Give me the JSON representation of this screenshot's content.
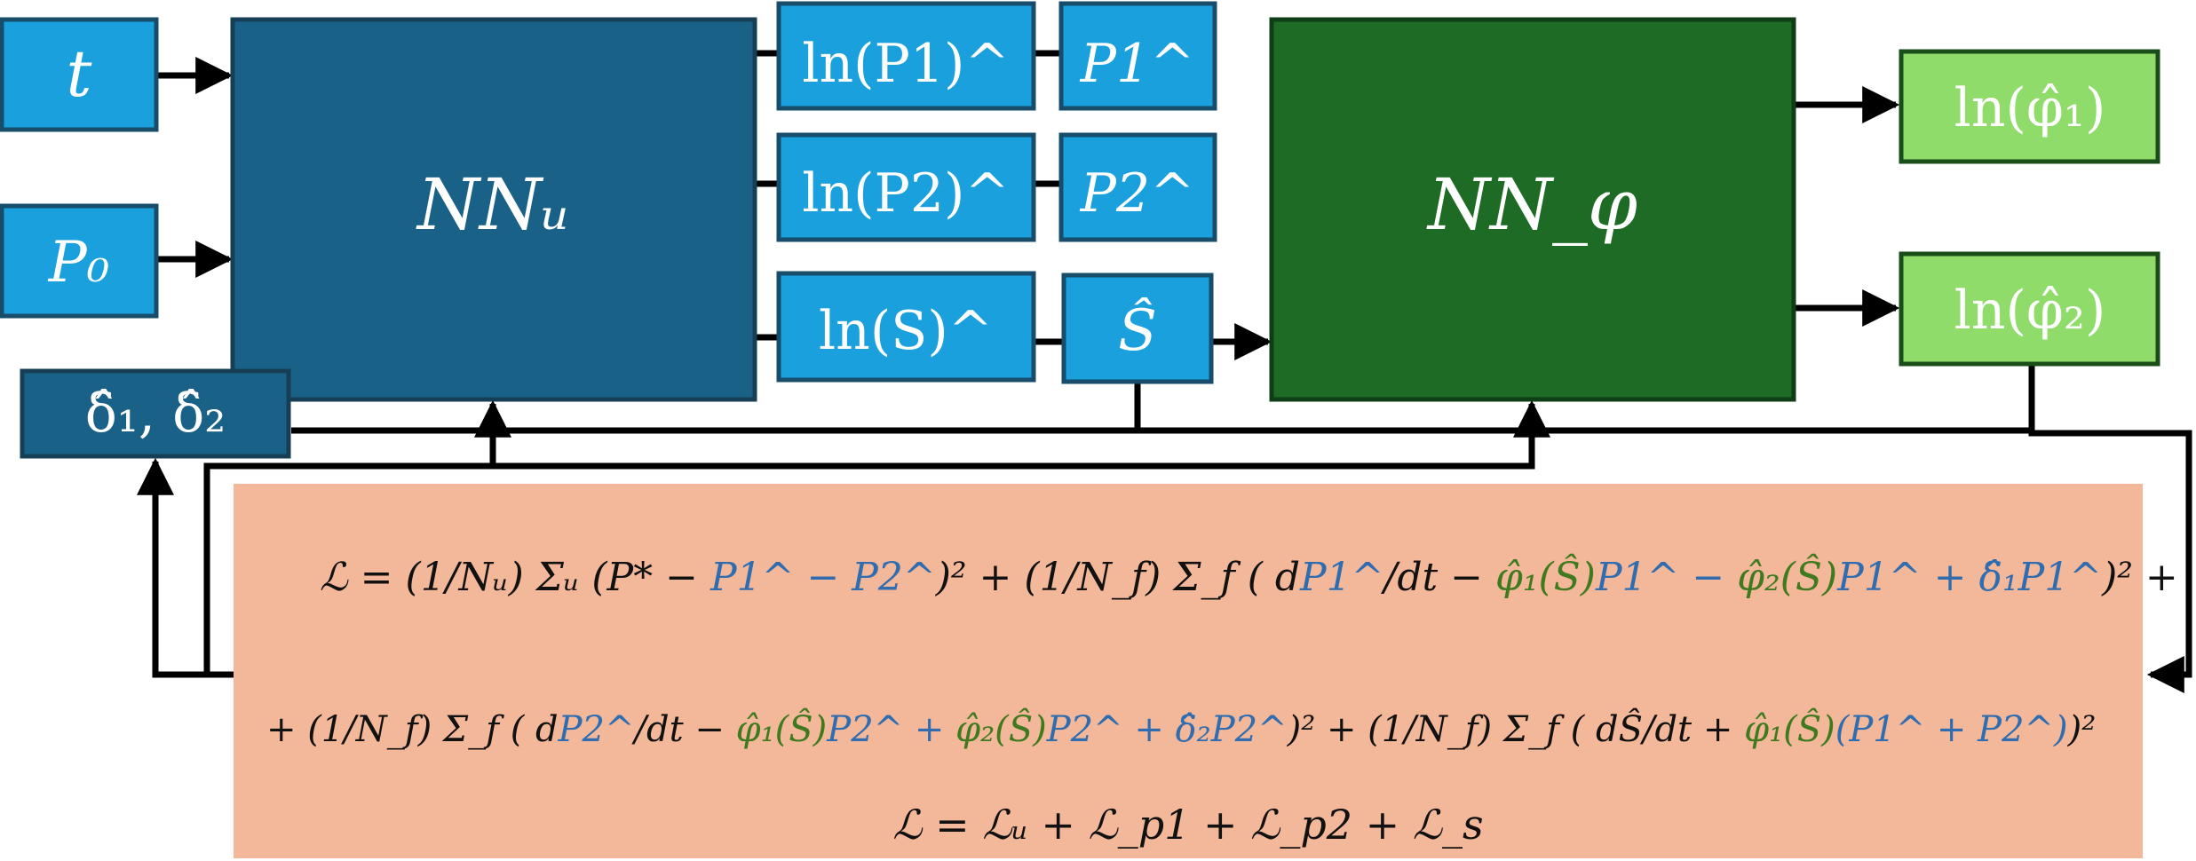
{
  "colors": {
    "input_box": "#1aa0dc",
    "nn_u": "#1a6187",
    "nn_phi": "#1d6b25",
    "output_box": "#8fdc6a",
    "loss_panel": "#f3b799",
    "math_blue": "#2f6db0",
    "math_green": "#3f7a1e",
    "wire": "#000000"
  },
  "nodes": {
    "input_t": "t",
    "input_p0": "P₀",
    "nn_u": "NNᵤ",
    "nn_phi": "NN_φ",
    "delta_hat": "δ̂₁, δ̂₂",
    "ln_p1_hat": "ln(P1)^",
    "ln_p2_hat": "ln(P2)^",
    "ln_s_hat": "ln(S)^",
    "p1_hat": "P1^",
    "p2_hat": "P2^",
    "s_hat": "Ŝ",
    "out_phi1": "ln(φ̂₁)",
    "out_phi2": "ln(φ̂₂)"
  },
  "loss": {
    "line1_a": "ℒ = (1/Nᵤ) Σᵤ (P* − ",
    "line1_b": "P1^ − P2^",
    "line1_c": ")² + (1/N_f) Σ_f ( d",
    "line1_d": "P1^",
    "line1_e": "/dt − ",
    "line1_f": "φ̂₁(Ŝ)",
    "line1_g": "P1^ − ",
    "line1_h": "φ̂₂(Ŝ)",
    "line1_i": "P1^ + δ̂₁P1^",
    "line1_j": ")² +",
    "line2_a": "+ (1/N_f) Σ_f ( d",
    "line2_b": "P2^",
    "line2_c": "/dt − ",
    "line2_d": "φ̂₁(Ŝ)",
    "line2_e": "P2^ + ",
    "line2_f": "φ̂₂(Ŝ)",
    "line2_g": "P2^ + δ̂₂P2^",
    "line2_h": ")² + (1/N_f) Σ_f ( dŜ/dt + ",
    "line2_i": "φ̂₁(Ŝ)",
    "line2_j": "(P1^ + P2^)",
    "line2_k": ")²",
    "line3": "ℒ = ℒᵤ + ℒ_p1 + ℒ_p2 + ℒ_s"
  }
}
